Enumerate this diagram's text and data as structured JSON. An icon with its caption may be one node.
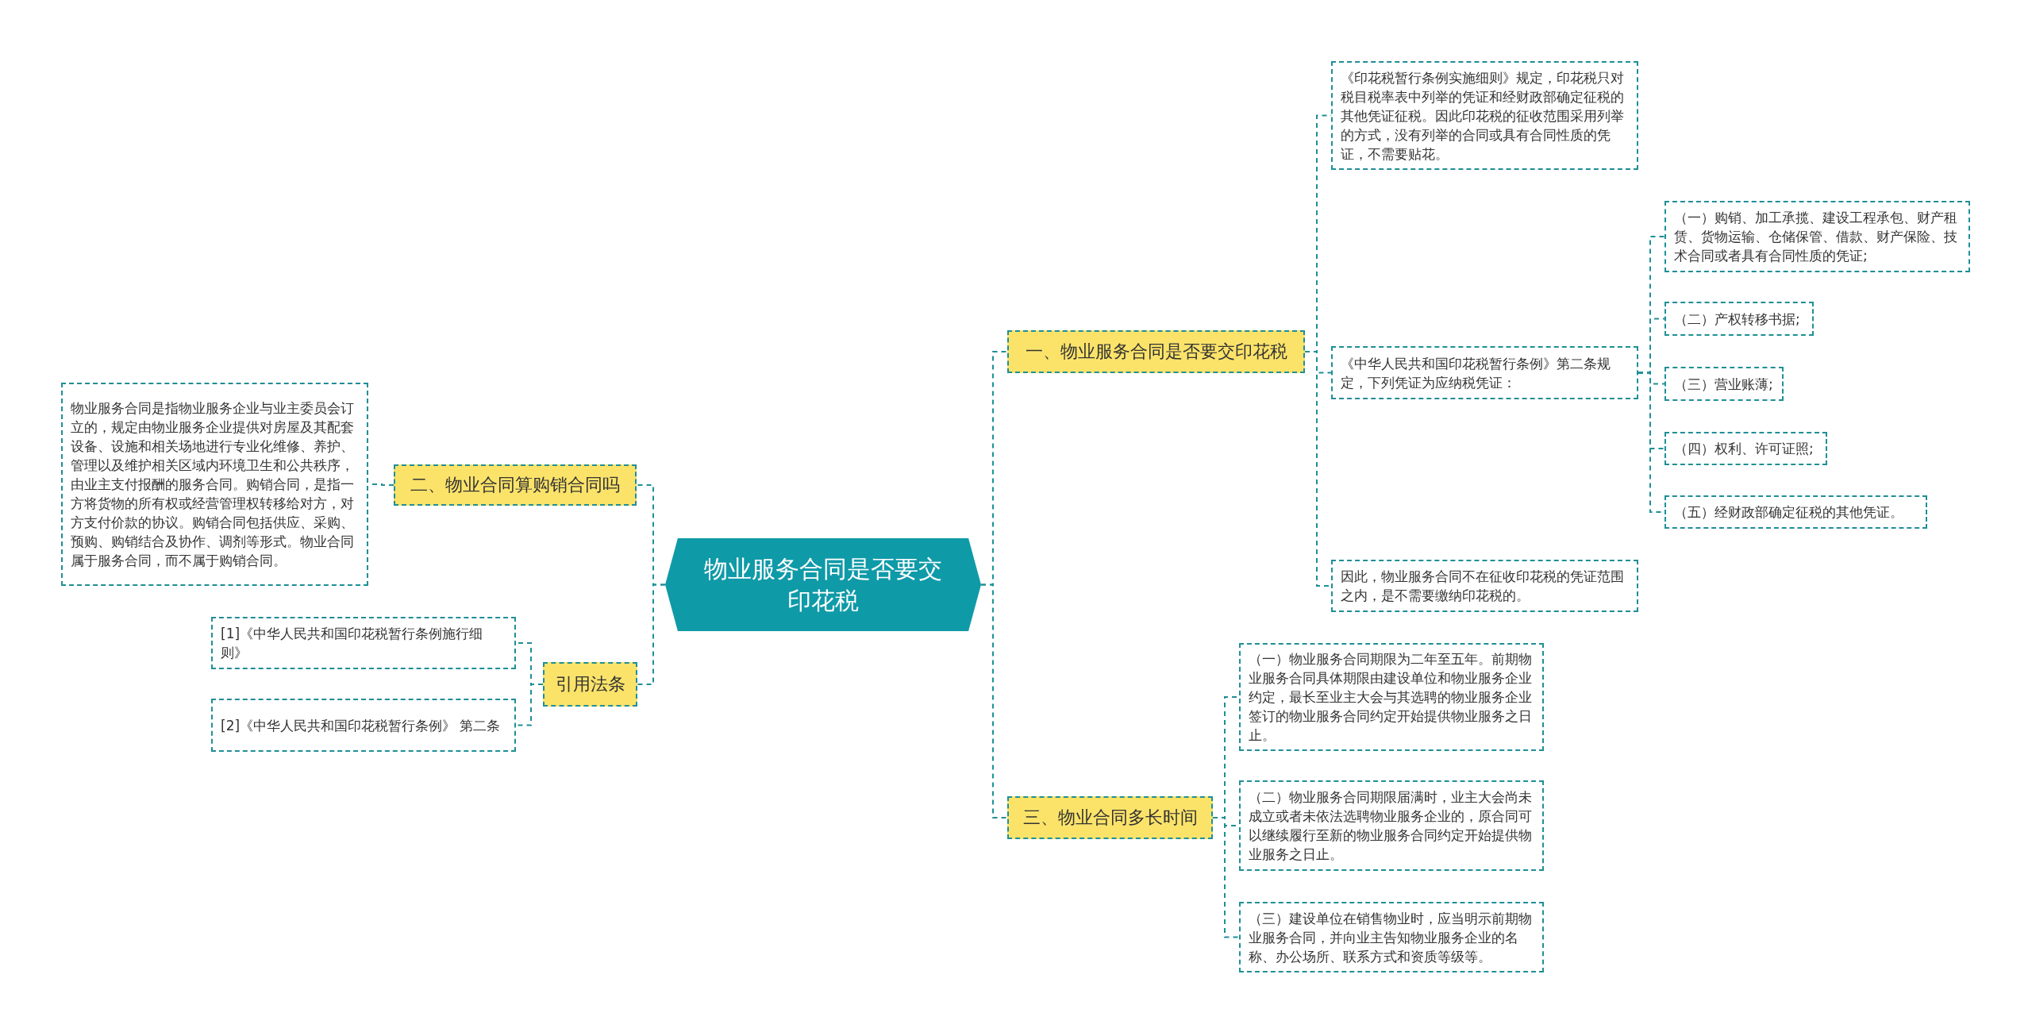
{
  "diagram": {
    "nodes": [
      {
        "text": [
          "物业服务合同是否要交印花税"
        ]
      },
      {
        "text": [
          "一、物业服务合同是否要交印花税"
        ]
      },
      {
        "text": [
          "《印花税暂行条例实施细则》规定，印花税只对税目税率表中列举的凭证和经财政部确定征税的其他凭证征税。因此印花税的征收范围采用列举的方式，没有列举的合同或具有合同性质的凭证，不需要贴花。"
        ]
      },
      {
        "text": [
          "《中华人民共和国印花税暂行条例》第二条规定，下列凭证为应纳税凭证："
        ]
      },
      {
        "text": [
          "（一）购销、加工承揽、建设工程承包、财产租赁、货物运输、仓储保管、借款、财产保险、技术合同或者具有合同性质的凭证;"
        ]
      },
      {
        "text": [
          "（二）产权转移书据;"
        ]
      },
      {
        "text": [
          "（三）营业账薄;"
        ]
      },
      {
        "text": [
          "（四）权利、许可证照;"
        ]
      },
      {
        "text": [
          "（五）经财政部确定征税的其他凭证。"
        ]
      },
      {
        "text": [
          "因此，物业服务合同不在征收印花税的凭证范围之内，是不需要缴纳印花税的。"
        ]
      },
      {
        "text": [
          "二、物业合同算购销合同吗"
        ]
      },
      {
        "text": [
          "物业服务合同是指物业服务企业与业主委员会订立的，规定由物业服务企业提供对房屋及其配套设备、设施和相关场地进行专业化维修、养护、管理以及维护相关区域内环境卫生和公共秩序，由业主支付报酬的服务合同。购销合同，是指一方将货物的所有权或经营管理权转移给对方，对方支付价款的协议。购销合同包括供应、采购、预购、购销结合及协作、调剂等形式。物业合同属于服务合同，而不属于购销合同。"
        ]
      },
      {
        "text": [
          "引用法条"
        ]
      },
      {
        "text": [
          "[1]《中华人民共和国印花税暂行条例施行细则》"
        ]
      },
      {
        "text": [
          "[2]《中华人民共和国印花税暂行条例》 第二条"
        ]
      },
      {
        "text": [
          "三、物业合同多长时间"
        ]
      },
      {
        "text": [
          "（一）物业服务合同期限为二年至五年。前期物业服务合同具体期限由建设单位和物业服务企业约定，最长至业主大会与其选聘的物业服务企业签订的物业服务合同约定开始提供物业服务之日止。"
        ]
      },
      {
        "text": [
          "（二）物业服务合同期限届满时，业主大会尚未成立或者未依法选聘物业服务企业的，原合同可以继续履行至新的物业服务合同约定开始提供物业服务之日止。"
        ]
      },
      {
        "text": [
          "（三）建设单位在销售物业时，应当明示前期物业服务合同，并向业主告知物业服务企业的名称、办公场所、联系方式和资质等级等。"
        ]
      }
    ],
    "edges": [
      {
        "from": 0,
        "to": 1,
        "arrow": "none"
      },
      {
        "from": 1,
        "to": 2,
        "arrow": "none"
      },
      {
        "from": 1,
        "to": 3,
        "arrow": "none"
      },
      {
        "from": 3,
        "to": 4,
        "arrow": "none"
      },
      {
        "from": 3,
        "to": 5,
        "arrow": "none"
      },
      {
        "from": 3,
        "to": 6,
        "arrow": "none"
      },
      {
        "from": 3,
        "to": 7,
        "arrow": "none"
      },
      {
        "from": 3,
        "to": 8,
        "arrow": "none"
      },
      {
        "from": 1,
        "to": 9,
        "arrow": "none"
      },
      {
        "from": 0,
        "to": 10,
        "arrow": "none"
      },
      {
        "from": 10,
        "to": 11,
        "arrow": "none"
      },
      {
        "from": 0,
        "to": 12,
        "arrow": "none"
      },
      {
        "from": 12,
        "to": 13,
        "arrow": "none"
      },
      {
        "from": 12,
        "to": 14,
        "arrow": "none"
      },
      {
        "from": 0,
        "to": 15,
        "arrow": "none"
      },
      {
        "from": 15,
        "to": 16,
        "arrow": "none"
      },
      {
        "from": 15,
        "to": 17,
        "arrow": "none"
      },
      {
        "from": 15,
        "to": 18,
        "arrow": "none"
      }
    ]
  }
}
